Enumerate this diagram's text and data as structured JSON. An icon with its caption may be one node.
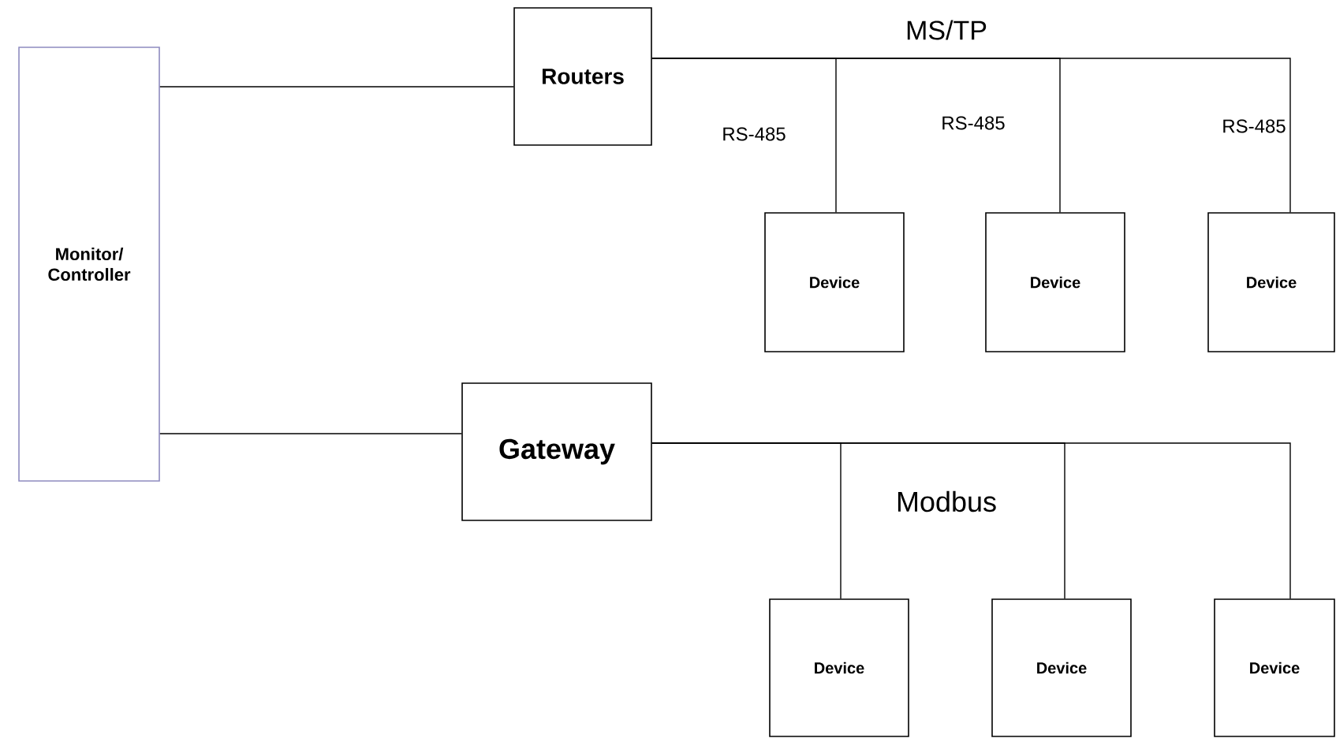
{
  "diagram": {
    "nodes": [
      {
        "text": [
          "Monitor/ Controller"
        ]
      },
      {
        "text": [
          "Routers"
        ]
      },
      {
        "text": [
          "Device"
        ]
      },
      {
        "text": [
          "Device"
        ]
      },
      {
        "text": [
          "Device"
        ]
      },
      {
        "text": [
          "Gateway"
        ]
      },
      {
        "text": [
          "Device"
        ]
      },
      {
        "text": [
          "Device"
        ]
      },
      {
        "text": [
          "Device"
        ]
      }
    ],
    "edges": [
      {
        "from": 0,
        "to": 1,
        "arrow": "none"
      },
      {
        "from": 1,
        "to": 2,
        "arrow": "none",
        "label": "RS-485"
      },
      {
        "from": 1,
        "to": 3,
        "arrow": "none",
        "label": "RS-485"
      },
      {
        "from": 1,
        "to": 4,
        "arrow": "none",
        "label": "RS-485"
      },
      {
        "from": 0,
        "to": 5,
        "arrow": "none"
      },
      {
        "from": 5,
        "to": 6,
        "arrow": "none"
      },
      {
        "from": 5,
        "to": 7,
        "arrow": "none"
      },
      {
        "from": 5,
        "to": 8,
        "arrow": "none"
      }
    ],
    "labels": [
      "MS/TP",
      "Modbus"
    ]
  }
}
